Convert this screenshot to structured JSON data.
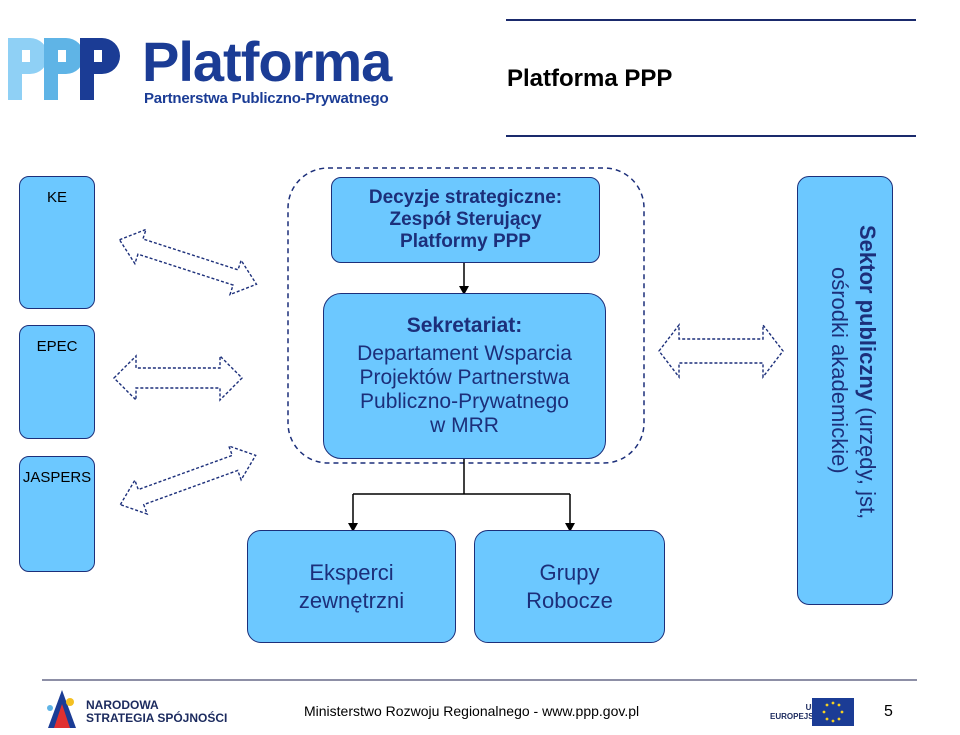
{
  "header": {
    "logo_word": "Platforma",
    "logo_sub": "Partnerstwa Publiczno-Prywatnego",
    "title": "Platforma PPP"
  },
  "left_boxes": [
    {
      "label": "KE"
    },
    {
      "label": "EPEC"
    },
    {
      "label": "JASPERS"
    }
  ],
  "center": {
    "steering": "Decyzje strategiczne:\nZespół Sterujący\nPlatformy PPP",
    "secretariat_title": "Sekretariat:",
    "secretariat_body": "Departament Wsparcia\nProjektów Partnerstwa\nPubliczno-Prywatnego\nw MRR",
    "experts": "Eksperci\nzewnętrzni",
    "working_groups": "Grupy\nRobocze"
  },
  "right_box": {
    "title": "Sektor publiczny",
    "line1_rest": " (urzędy, jst,",
    "line2": "ośrodki akademickie)"
  },
  "footer": {
    "left_logo_text": "NARODOWA\nSTRATEGIA SPÓJNOŚCI",
    "ministry": "Ministerstwo Rozwoju Regionalnego - www.ppp.gov.pl",
    "eu_text": "UNIA\nEUROPEJSKA",
    "page_number": "5"
  },
  "colors": {
    "box_fill": "#6cc8ff",
    "box_border": "#1c2f7a",
    "brand_dark": "#1b3c95",
    "brand_light": "#5fb4e6"
  }
}
